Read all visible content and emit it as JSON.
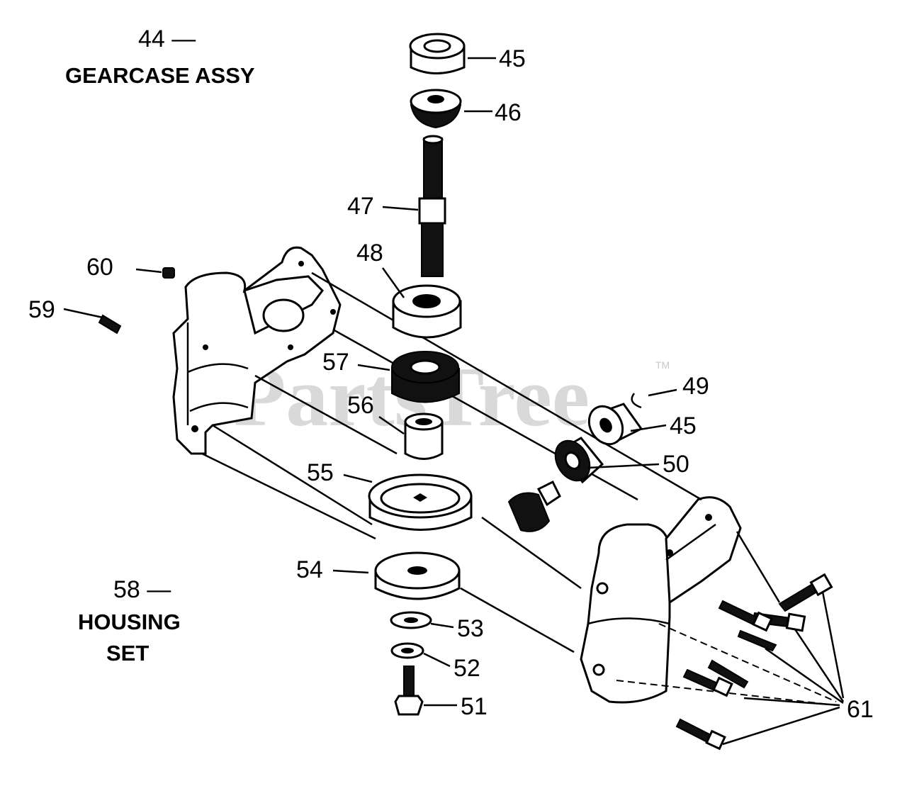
{
  "watermark": {
    "text": "PartsTree",
    "trademark": "TM"
  },
  "labels": {
    "gearcase_number": "44 —",
    "gearcase_title": "GEARCASE ASSY",
    "housing_number": "58 —",
    "housing_title_line1": "HOUSING",
    "housing_title_line2": "SET"
  },
  "callouts": [
    "45",
    "46",
    "47",
    "48",
    "60",
    "59",
    "57",
    "49",
    "45",
    "56",
    "50",
    "55",
    "54",
    "53",
    "52",
    "51",
    "61"
  ]
}
